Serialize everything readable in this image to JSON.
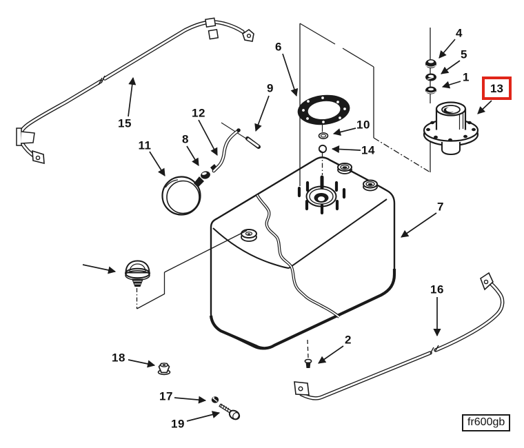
{
  "figure": {
    "code": "fr600gb"
  },
  "colors": {
    "line": "#1a1a1a",
    "background": "#ffffff",
    "highlight_red": "#e02519"
  },
  "highlight": {
    "part_number": "13"
  },
  "callouts": {
    "p1": "1",
    "p2": "2",
    "p4": "4",
    "p5": "5",
    "p6": "6",
    "p7": "7",
    "p8": "8",
    "p9": "9",
    "p10": "10",
    "p11": "11",
    "p12": "12",
    "p13": "13",
    "p14": "14",
    "p15": "15",
    "p16": "16",
    "p17": "17",
    "p18": "18",
    "p19": "19"
  }
}
